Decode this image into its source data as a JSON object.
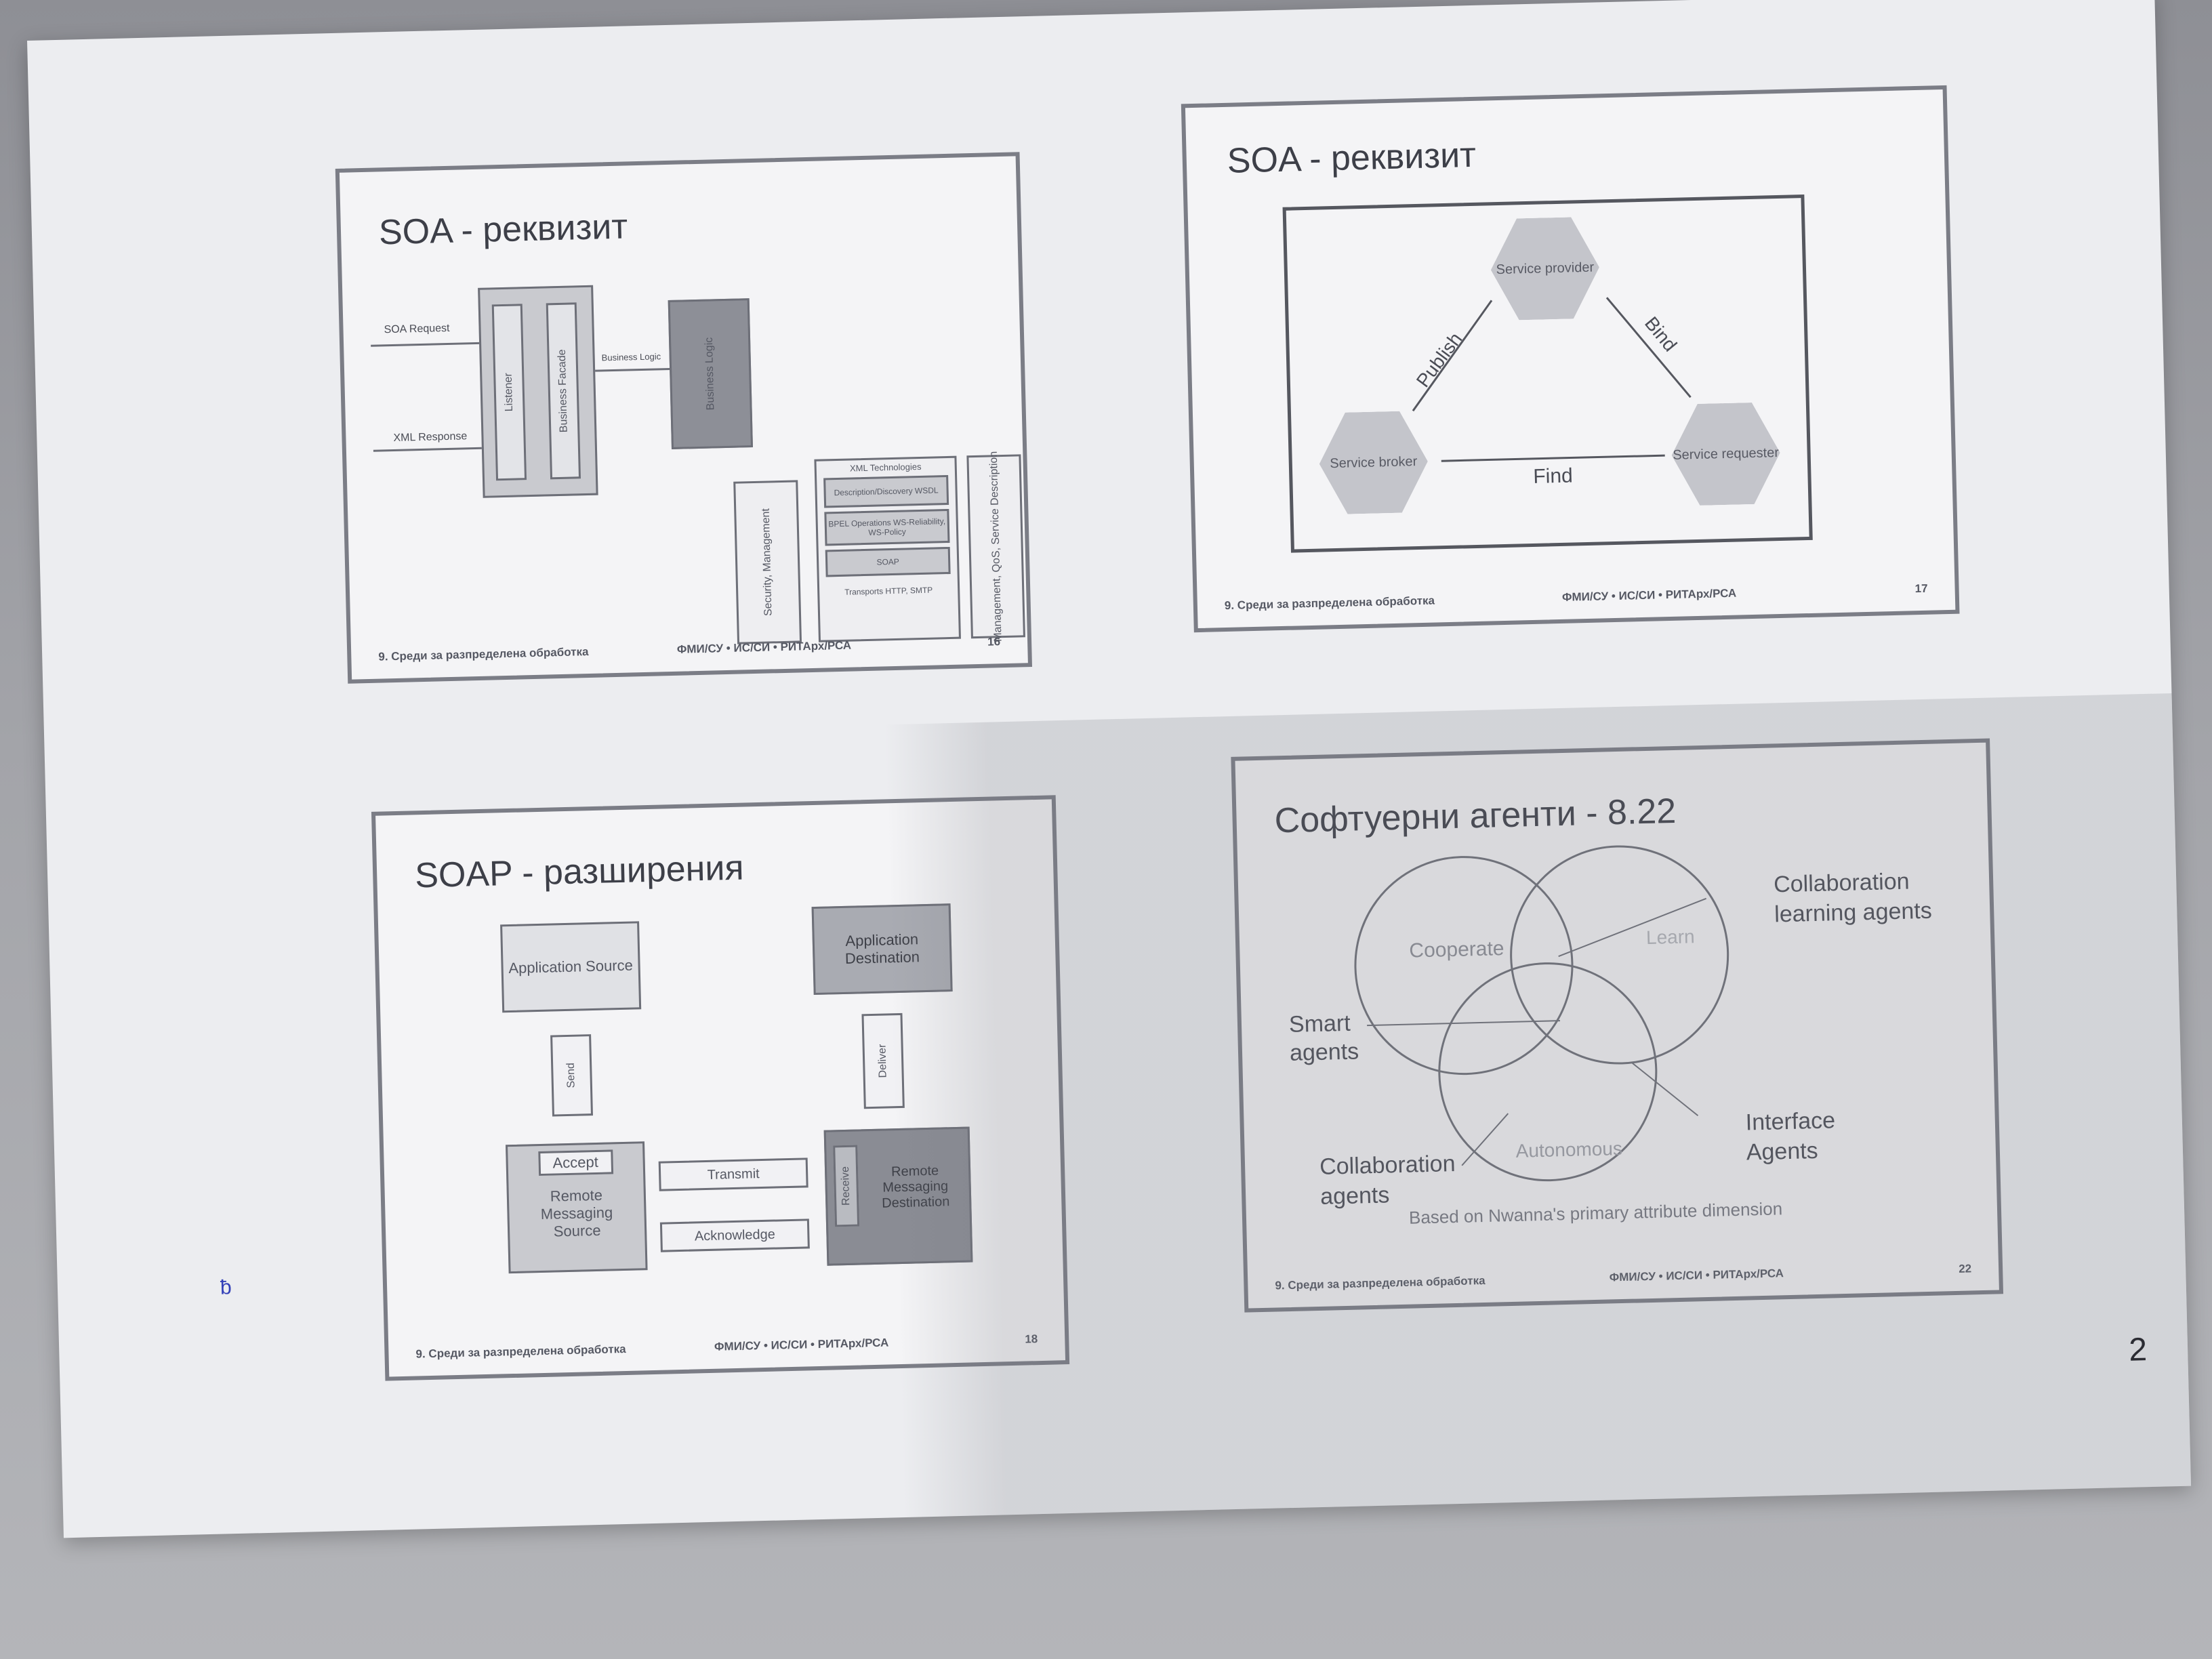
{
  "page_number": "2",
  "stray_mark": "ƀ",
  "footer": {
    "left": "9. Среди за разпределена обработка",
    "mid": "ФМИ/СУ  •  ИС/СИ  •  РИТАрх/РСА"
  },
  "slides": [
    {
      "title": "SOA - реквизит",
      "number": "16",
      "diagram": {
        "request_label": "SOA Request",
        "response_label": "XML Response",
        "listener": "Listener",
        "business_facade": "Business Facade",
        "connector_label": "Business Logic",
        "business_logic": "Business Logic",
        "stack_header": "XML Technologies",
        "stack_items": [
          "Description/Discovery WSDL",
          "BPEL Operations WS-Reliability, WS-Policy",
          "SOAP"
        ],
        "stack_footer": "Transports HTTP, SMTP",
        "left_col": "Security, Management",
        "right_col": "Management, QoS, Service Description"
      }
    },
    {
      "title": "SOA - реквизит",
      "number": "17",
      "diagram": {
        "provider": "Service provider",
        "broker": "Service broker",
        "requester": "Service requester",
        "publish": "Publish",
        "bind": "Bind",
        "find": "Find"
      }
    },
    {
      "title": "SOAP - разширения",
      "number": "18",
      "diagram": {
        "app_source": "Application Source",
        "app_dest": "Application Destination",
        "send": "Send",
        "deliver": "Deliver",
        "accept": "Accept",
        "rm_source": "Remote Messaging Source",
        "receive": "Receive",
        "rm_dest": "Remote Messaging Destination",
        "transmit": "Transmit",
        "acknowledge": "Acknowledge"
      }
    },
    {
      "title": "Софтуерни агенти - 8.22",
      "number": "22",
      "diagram": {
        "cooperate": "Cooperate",
        "learn": "Learn",
        "autonomous": "Autonomous",
        "collab_learning": "Collaboration learning agents",
        "smart": "Smart agents",
        "interface": "Interface Agents",
        "collab": "Collaboration agents",
        "caption": "Based on Nwanna's primary attribute dimension"
      }
    }
  ]
}
